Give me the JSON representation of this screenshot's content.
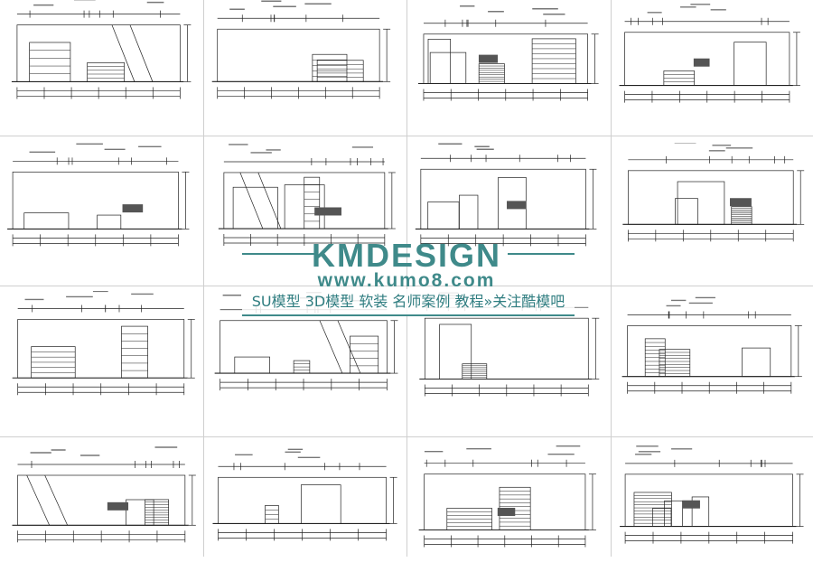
{
  "watermark": {
    "brand": "KMDESIGN",
    "url": "www.kumo8.com",
    "tagline": "SU模型 3D模型 软装 名师案例 教程»关注酷模吧",
    "color": "#3f8a8a"
  },
  "sheet": {
    "columns": 4,
    "rows": 4,
    "grid_color": "#cfcfcf",
    "drawing_color": "#222222"
  }
}
